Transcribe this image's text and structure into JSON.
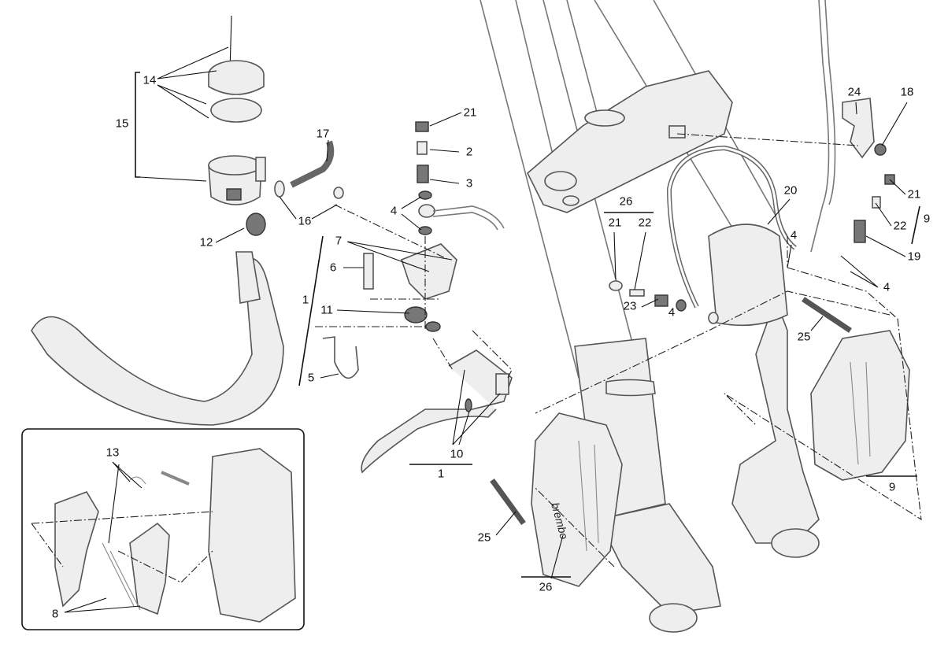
{
  "diagram": {
    "title_visible": false,
    "callouts": [
      "14",
      "15",
      "17",
      "16",
      "12",
      "21",
      "2",
      "3",
      "4",
      "7",
      "6",
      "1",
      "11",
      "5",
      "10",
      "1",
      "13",
      "8",
      "26",
      "21",
      "22",
      "20",
      "24",
      "18",
      "21",
      "22",
      "9",
      "19",
      "4",
      "4",
      "23",
      "4",
      "25",
      "25",
      "26",
      "9"
    ],
    "caliper_brand_text": "brembo"
  }
}
